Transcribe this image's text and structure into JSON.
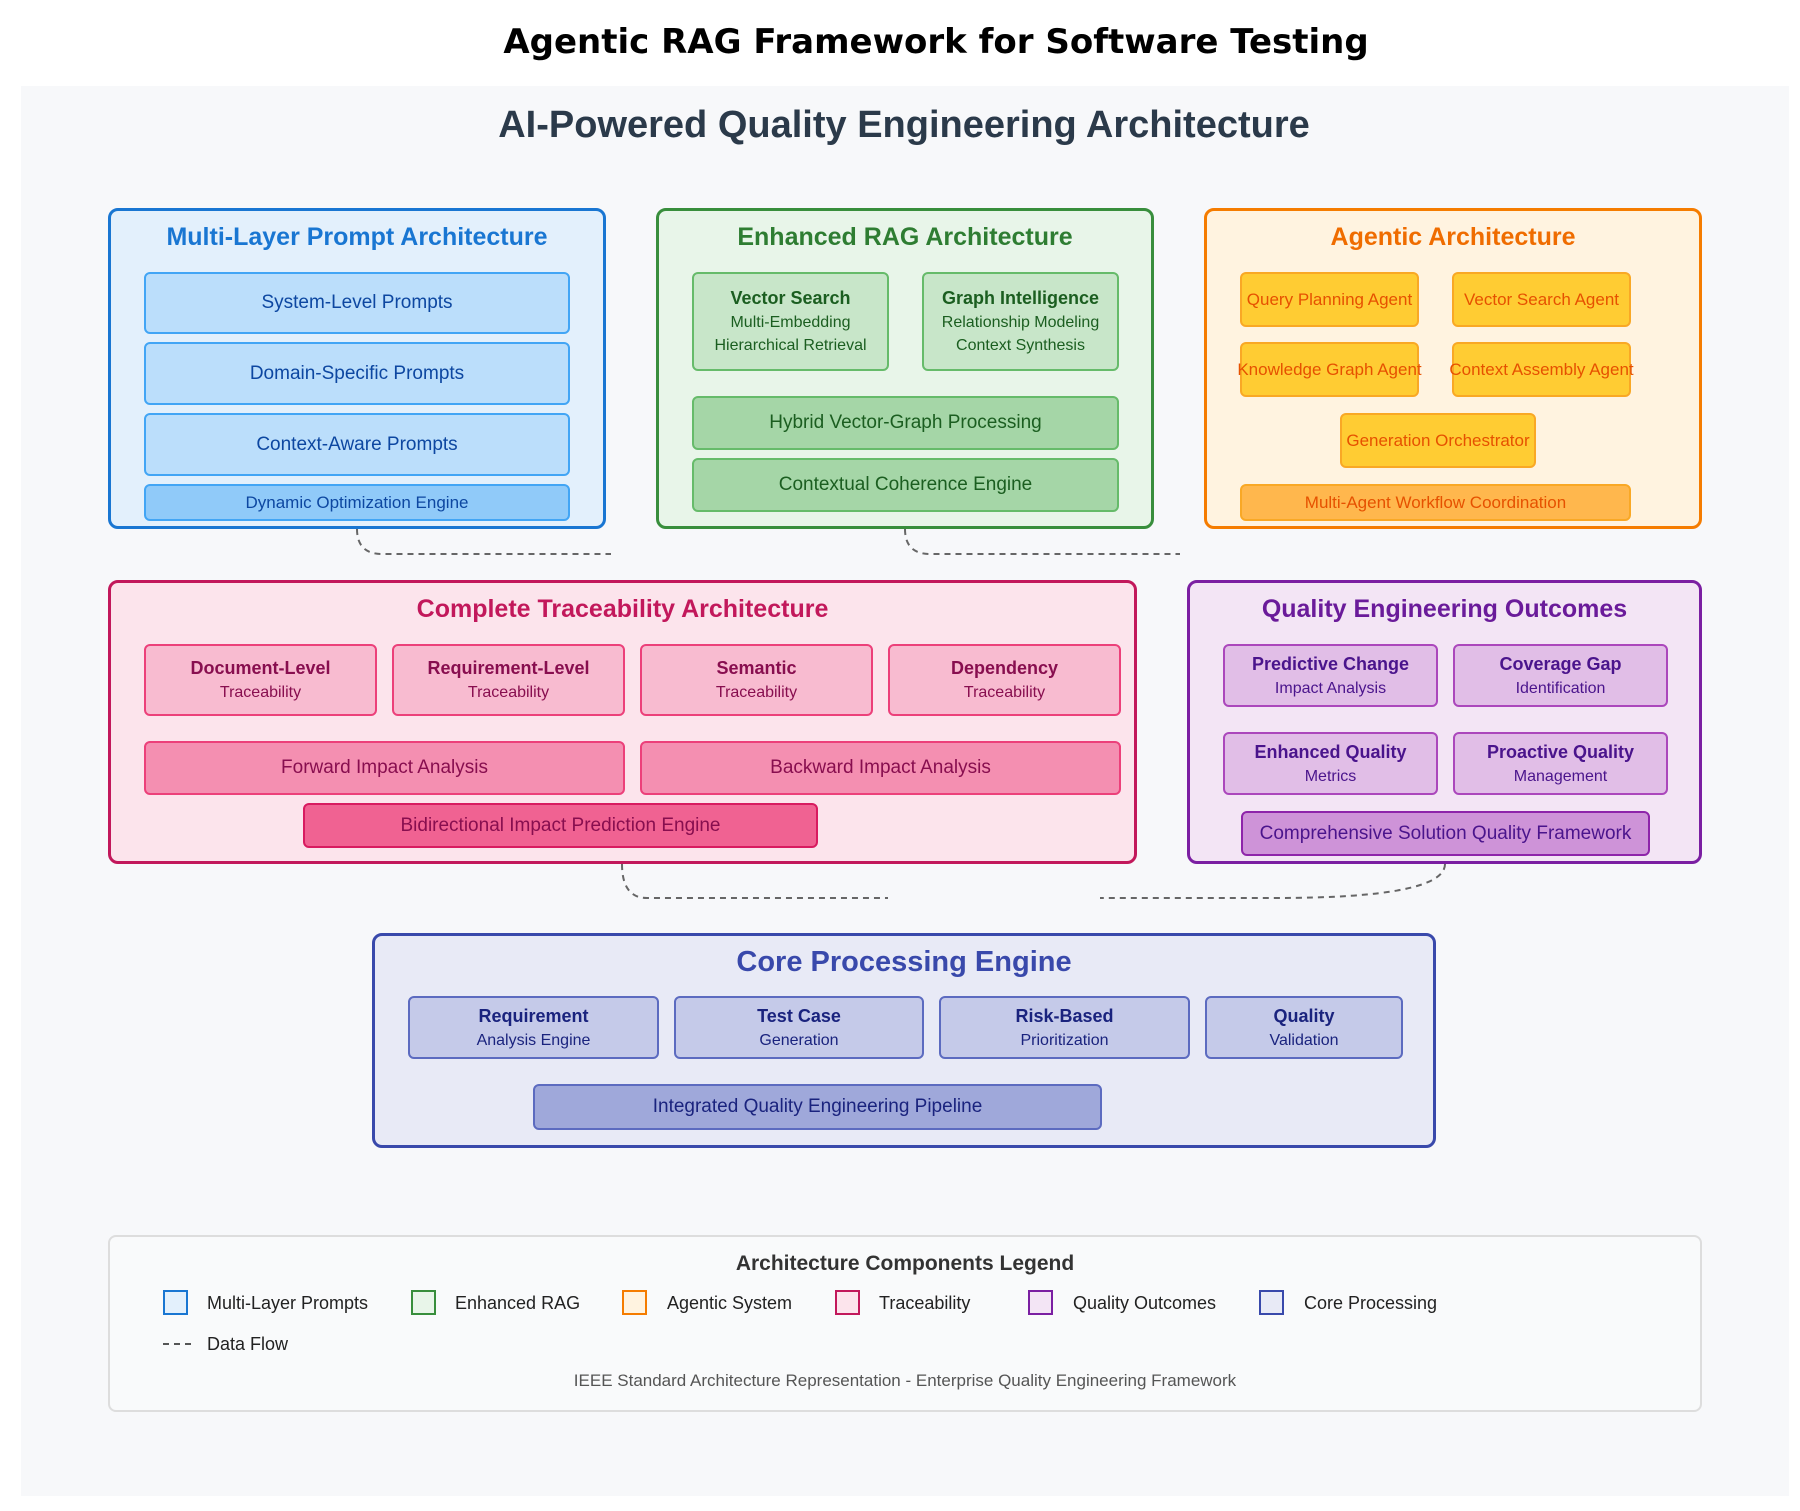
{
  "title": "Agentic RAG Framework for Software Testing",
  "subtitle": "AI-Powered Quality Engineering Architecture",
  "colors": {
    "prompt": "#1976d2",
    "rag": "#388e3c",
    "agentic": "#f57c00",
    "trace": "#c2185b",
    "quality": "#7b1fa2",
    "core": "#3949ab"
  },
  "prompt_panel": {
    "title": "Multi-Layer Prompt Architecture",
    "items": [
      "System-Level Prompts",
      "Domain-Specific Prompts",
      "Context-Aware Prompts"
    ],
    "engine": "Dynamic Optimization Engine"
  },
  "rag_panel": {
    "title": "Enhanced RAG Architecture",
    "vector": {
      "heading": "Vector Search",
      "line1": "Multi-Embedding",
      "line2": "Hierarchical Retrieval"
    },
    "graph": {
      "heading": "Graph Intelligence",
      "line1": "Relationship Modeling",
      "line2": "Context Synthesis"
    },
    "hybrid": "Hybrid Vector-Graph Processing",
    "coherence": "Contextual Coherence Engine"
  },
  "agentic_panel": {
    "title": "Agentic Architecture",
    "agents": [
      "Query Planning Agent",
      "Vector Search Agent",
      "Knowledge Graph Agent",
      "Context Assembly Agent"
    ],
    "orchestrator": "Generation Orchestrator",
    "workflow": "Multi-Agent Workflow Coordination"
  },
  "trace_panel": {
    "title": "Complete Traceability Architecture",
    "items": [
      {
        "heading": "Document-Level",
        "sub": "Traceability"
      },
      {
        "heading": "Requirement-Level",
        "sub": "Traceability"
      },
      {
        "heading": "Semantic",
        "sub": "Traceability"
      },
      {
        "heading": "Dependency",
        "sub": "Traceability"
      }
    ],
    "forward": "Forward Impact Analysis",
    "backward": "Backward Impact Analysis",
    "engine": "Bidirectional Impact Prediction Engine"
  },
  "quality_panel": {
    "title": "Quality Engineering Outcomes",
    "items": [
      {
        "heading": "Predictive Change",
        "sub": "Impact Analysis"
      },
      {
        "heading": "Coverage Gap",
        "sub": "Identification"
      },
      {
        "heading": "Enhanced Quality",
        "sub": "Metrics"
      },
      {
        "heading": "Proactive Quality",
        "sub": "Management"
      }
    ],
    "framework": "Comprehensive Solution Quality Framework"
  },
  "core_panel": {
    "title": "Core Processing Engine",
    "items": [
      {
        "heading": "Requirement",
        "sub": "Analysis Engine"
      },
      {
        "heading": "Test Case",
        "sub": "Generation"
      },
      {
        "heading": "Risk-Based",
        "sub": "Prioritization"
      },
      {
        "heading": "Quality",
        "sub": "Validation"
      }
    ],
    "pipeline": "Integrated Quality Engineering Pipeline"
  },
  "legend": {
    "title": "Architecture Components Legend",
    "items": [
      "Multi-Layer Prompts",
      "Enhanced RAG",
      "Agentic System",
      "Traceability",
      "Quality Outcomes",
      "Core Processing"
    ],
    "flow": "Data Flow",
    "footer": "IEEE Standard Architecture Representation - Enterprise Quality Engineering Framework"
  }
}
